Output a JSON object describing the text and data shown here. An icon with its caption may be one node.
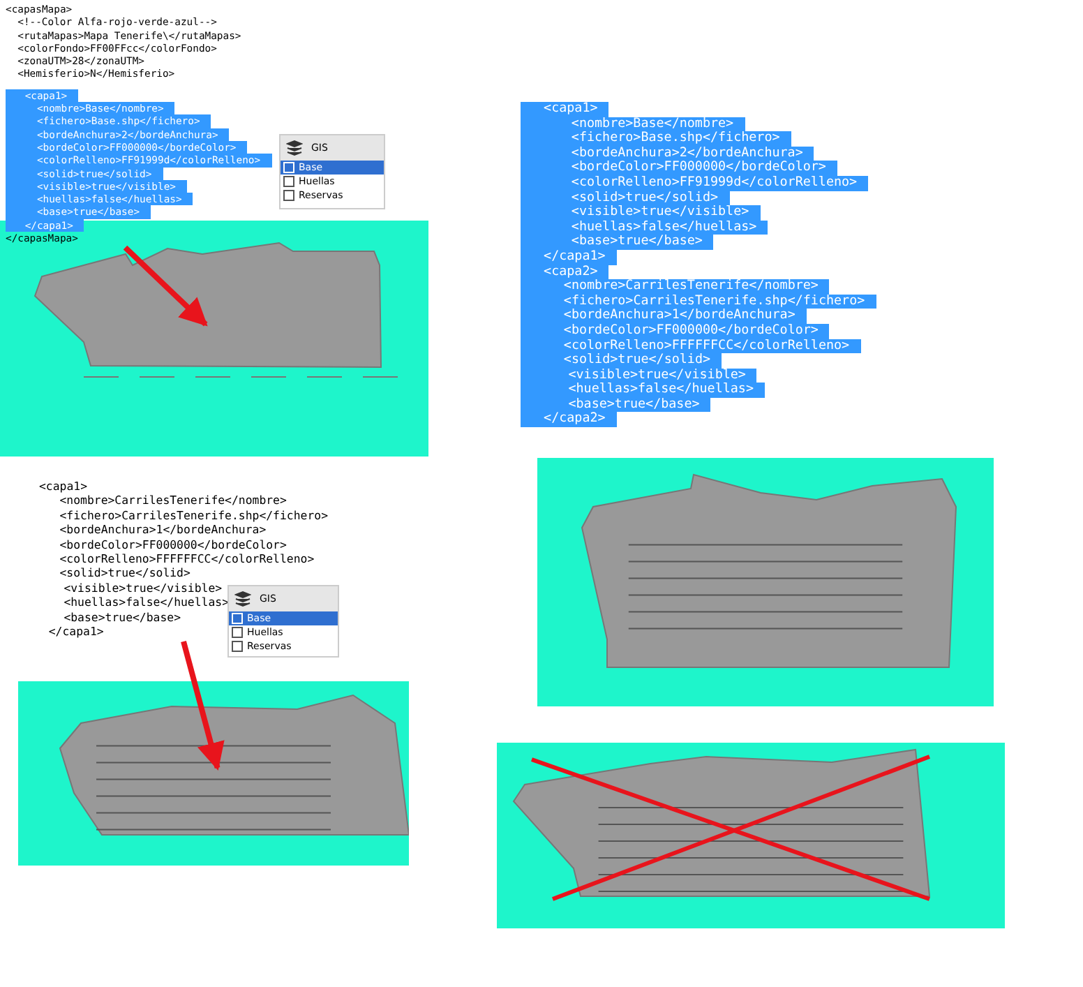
{
  "diagram": {
    "nodes": [
      {
        "text": [
          "<capasMapa>",
          "<!--Color Alfa-rojo-verde-azul-->",
          "<rutaMapas>Mapa Tenerife\\</rutaMapas>",
          "<colorFondo>FF00FFcc</colorFondo>",
          "<zonaUTM>28</zonaUTM>",
          "<Hemisferio>N</Hemisferio>",
          "<capa1>",
          "<nombre>Base</nombre>",
          "<fichero>Base.shp</fichero>",
          "<bordeAnchura>2</bordeAnchura>",
          "<bordeColor>FF000000</bordeColor>",
          "<colorRelleno>FF91999d</colorRelleno>",
          "<solid>true</solid>",
          "<visible>true</visible>",
          "<huellas>false</huellas>",
          "<base>true</base>",
          "</capa1>",
          "</capasMapa>"
        ]
      },
      {
        "text": [
          "GIS",
          "Base",
          "Huellas",
          "Reservas"
        ]
      },
      {
        "text": [],
        "shape": "picture"
      },
      {
        "text": [
          "<capa1>",
          "<nombre>Base</nombre>",
          "<fichero>Base.shp</fichero>",
          "<bordeAnchura>2</bordeAnchura>",
          "<bordeColor>FF000000</bordeColor>",
          "<colorRelleno>FF91999d</colorRelleno>",
          "<solid>true</solid>",
          "<visible>true</visible>",
          "<huellas>false</huellas>",
          "<base>true</base>",
          "</capa1>",
          "<capa2>",
          "<nombre>CarrilesTenerife</nombre>",
          "<fichero>CarrilesTenerife.shp</fichero>",
          "<bordeAnchura>1</bordeAnchura>",
          "<bordeColor>FF000000</bordeColor>",
          "<colorRelleno>FFFFFFCC</colorRelleno>",
          "<solid>true</solid>",
          "<visible>true</visible>",
          "<huellas>false</huellas>",
          "<base>true</base>",
          "</capa2>"
        ]
      },
      {
        "text": [],
        "shape": "picture"
      },
      {
        "text": [
          "<capa1>",
          "<nombre>CarrilesTenerife</nombre>",
          "<fichero>CarrilesTenerife.shp</fichero>",
          "<bordeAnchura>1</bordeAnchura>",
          "<bordeColor>FF000000</bordeColor>",
          "<colorRelleno>FFFFFFCC</colorRelleno>",
          "<solid>true</solid>",
          "<visible>true</visible>",
          "<huellas>false</huellas>",
          "<base>true</base>",
          "</capa1>"
        ]
      },
      {
        "text": [
          "GIS",
          "Base",
          "Huellas",
          "Reservas"
        ]
      },
      {
        "text": [],
        "shape": "picture"
      },
      {
        "text": [],
        "shape": "picture"
      }
    ],
    "edges": [
      {
        "from": 0,
        "to": 2,
        "arrow": "to"
      },
      {
        "from": 5,
        "to": 7,
        "arrow": "to"
      }
    ]
  }
}
